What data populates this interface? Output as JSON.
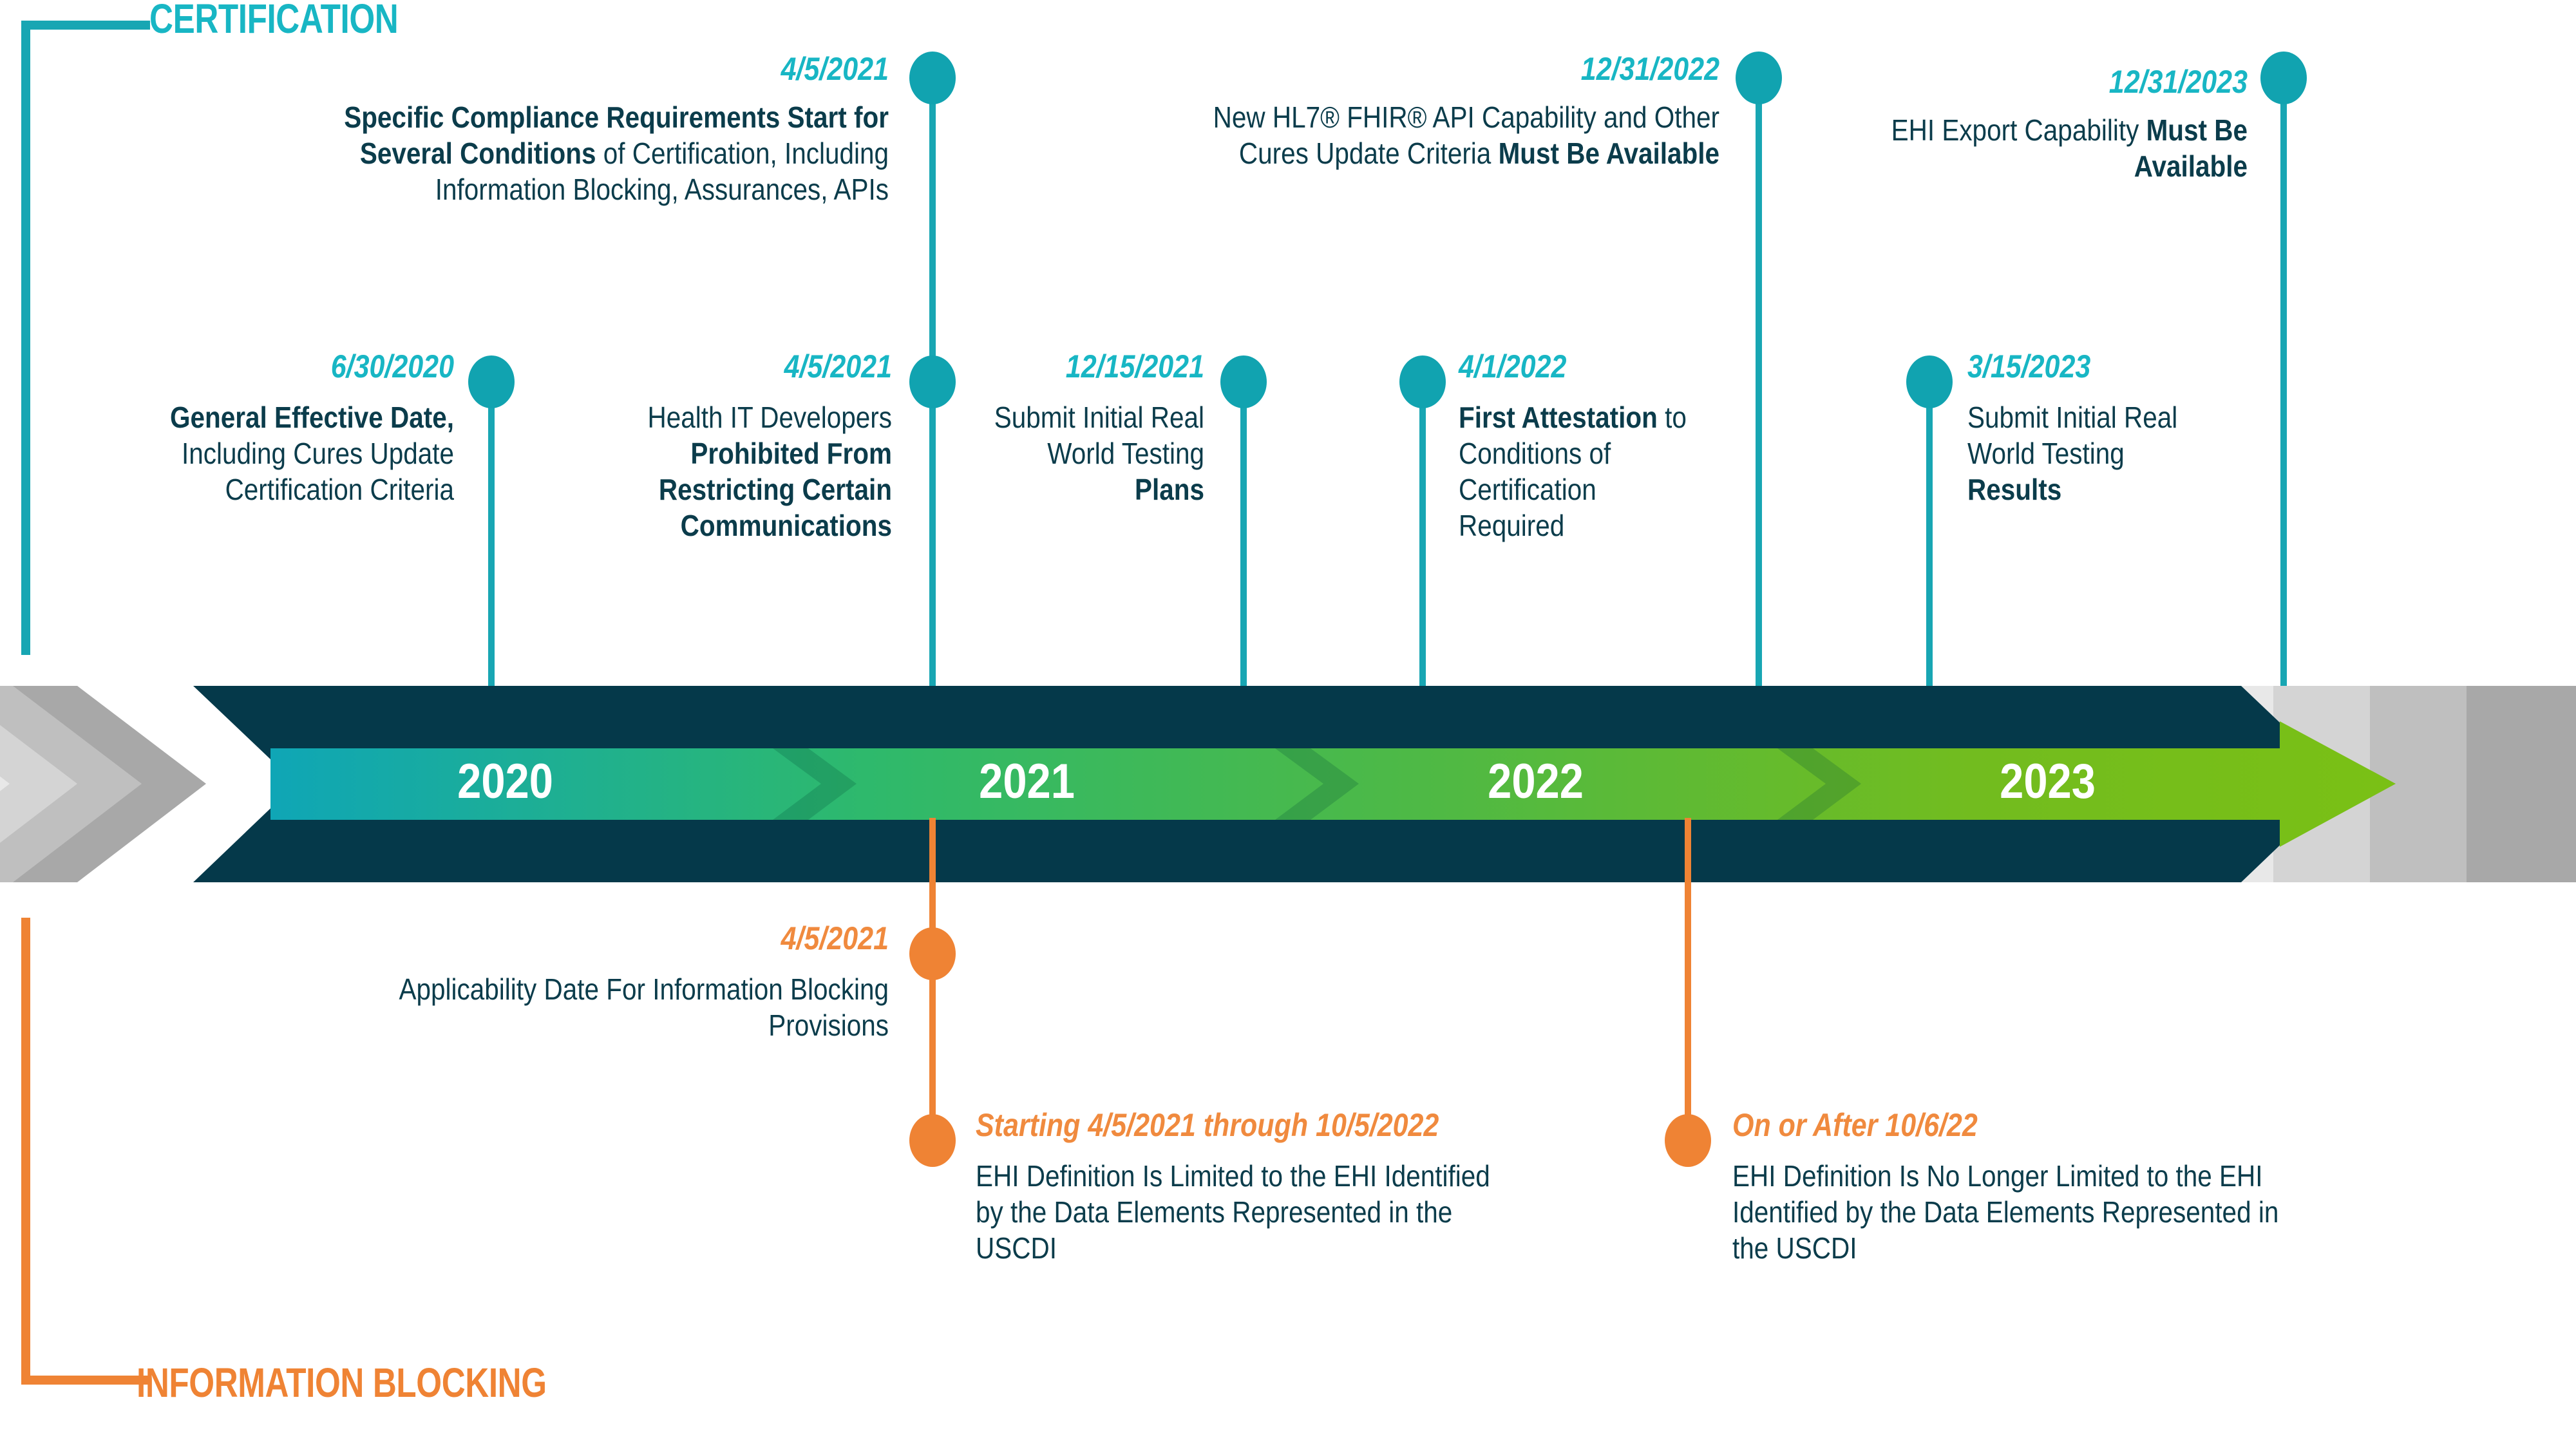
{
  "lanes": {
    "certification": {
      "title": "CERTIFICATION",
      "color": "#18B6C4"
    },
    "information_blocking": {
      "title": "INFORMATION BLOCKING",
      "color": "#EF8334"
    }
  },
  "timeline": {
    "years": [
      "2020",
      "2021",
      "2022",
      "2023"
    ],
    "band_colors": [
      "#11A7B4",
      "#2CB673",
      "#4DB848",
      "#76BC21"
    ],
    "band_background": "#05394A",
    "chevron_gray": [
      "#E6E6E6",
      "#CFCFCF",
      "#B9B9B9",
      "#A8A8A8"
    ]
  },
  "certification_milestones": [
    {
      "id": "ms-6-30-2020",
      "date": "6/30/2020",
      "body_html": "<b>General Effective Date,</b> Including Cures Update Certification Criteria"
    },
    {
      "id": "ms-4-5-2021-compliance",
      "date": "4/5/2021",
      "body_html": "<b>Specific Compliance Requirements Start for Several Conditions</b> of Certification, Including Information Blocking, Assurances, APIs"
    },
    {
      "id": "ms-4-5-2021-comms",
      "date": "4/5/2021",
      "body_html": "Health IT Developers <b>Prohibited From Restricting Certain Communications</b>"
    },
    {
      "id": "ms-12-15-2021",
      "date": "12/15/2021",
      "body_html": "Submit Initial Real World Testing <b>Plans</b>"
    },
    {
      "id": "ms-4-1-2022",
      "date": "4/1/2022",
      "body_html": "<b>First Attestation</b> to Conditions of Certification Required"
    },
    {
      "id": "ms-12-31-2022",
      "date": "12/31/2022",
      "body_html": "New HL7® FHIR® API Capability and Other Cures Update Criteria <b>Must Be Available</b>"
    },
    {
      "id": "ms-3-15-2023",
      "date": "3/15/2023",
      "body_html": "Submit Initial Real World Testing <b>Results</b>"
    },
    {
      "id": "ms-12-31-2023",
      "date": "12/31/2023",
      "body_html": "EHI Export Capability <b>Must Be Available</b>"
    }
  ],
  "information_blocking_milestones": [
    {
      "id": "ib-4-5-2021",
      "date": "4/5/2021",
      "body_html": "Applicability Date For Information Blocking Provisions"
    },
    {
      "id": "ib-start-4-5-2021",
      "date": "Starting 4/5/2021 through 10/5/2022",
      "body_html": "EHI Definition Is Limited to the EHI Identified by the Data Elements Represented in the USCDI"
    },
    {
      "id": "ib-after-10-6-22",
      "date": "On or After 10/6/22",
      "body_html": "EHI Definition Is No Longer Limited to the EHI Identified by the Data Elements Represented in the USCDI"
    }
  ]
}
